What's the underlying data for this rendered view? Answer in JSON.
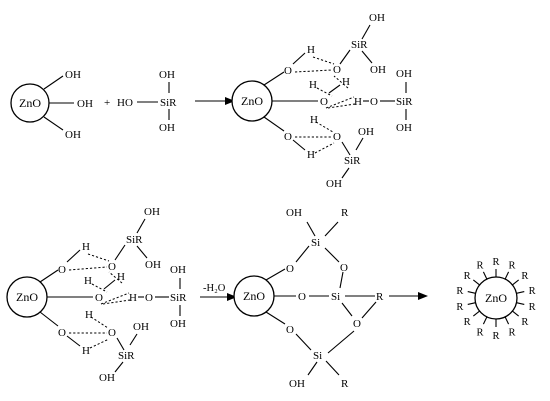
{
  "labels": {
    "zno": "ZnO",
    "oh": "OH",
    "ho": "HO",
    "plus": "+",
    "sir": "SiR",
    "si": "Si",
    "o": "O",
    "h": "H",
    "r": "R"
  },
  "arrow_label": "-H₂O"
}
